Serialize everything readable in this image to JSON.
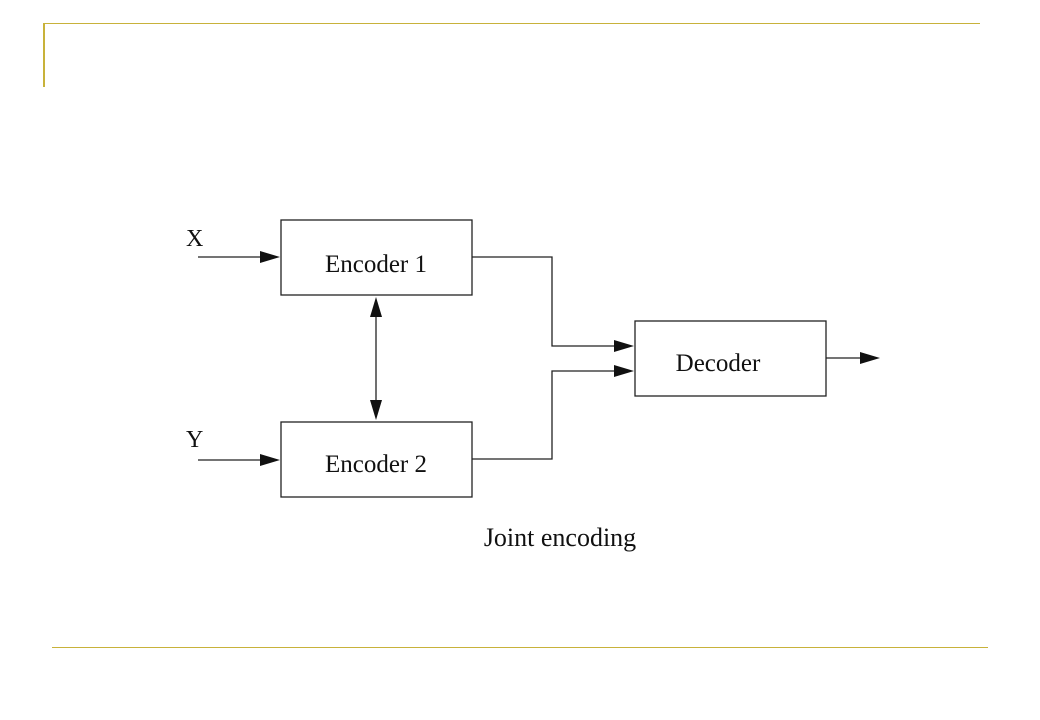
{
  "diagram": {
    "inputs": {
      "x_label": "X",
      "y_label": "Y"
    },
    "blocks": {
      "encoder1_label": "Encoder 1",
      "encoder2_label": "Encoder 2",
      "decoder_label": "Decoder"
    },
    "caption": "Joint encoding"
  },
  "colors": {
    "rule": "#c8b23a",
    "stroke": "#222222"
  }
}
